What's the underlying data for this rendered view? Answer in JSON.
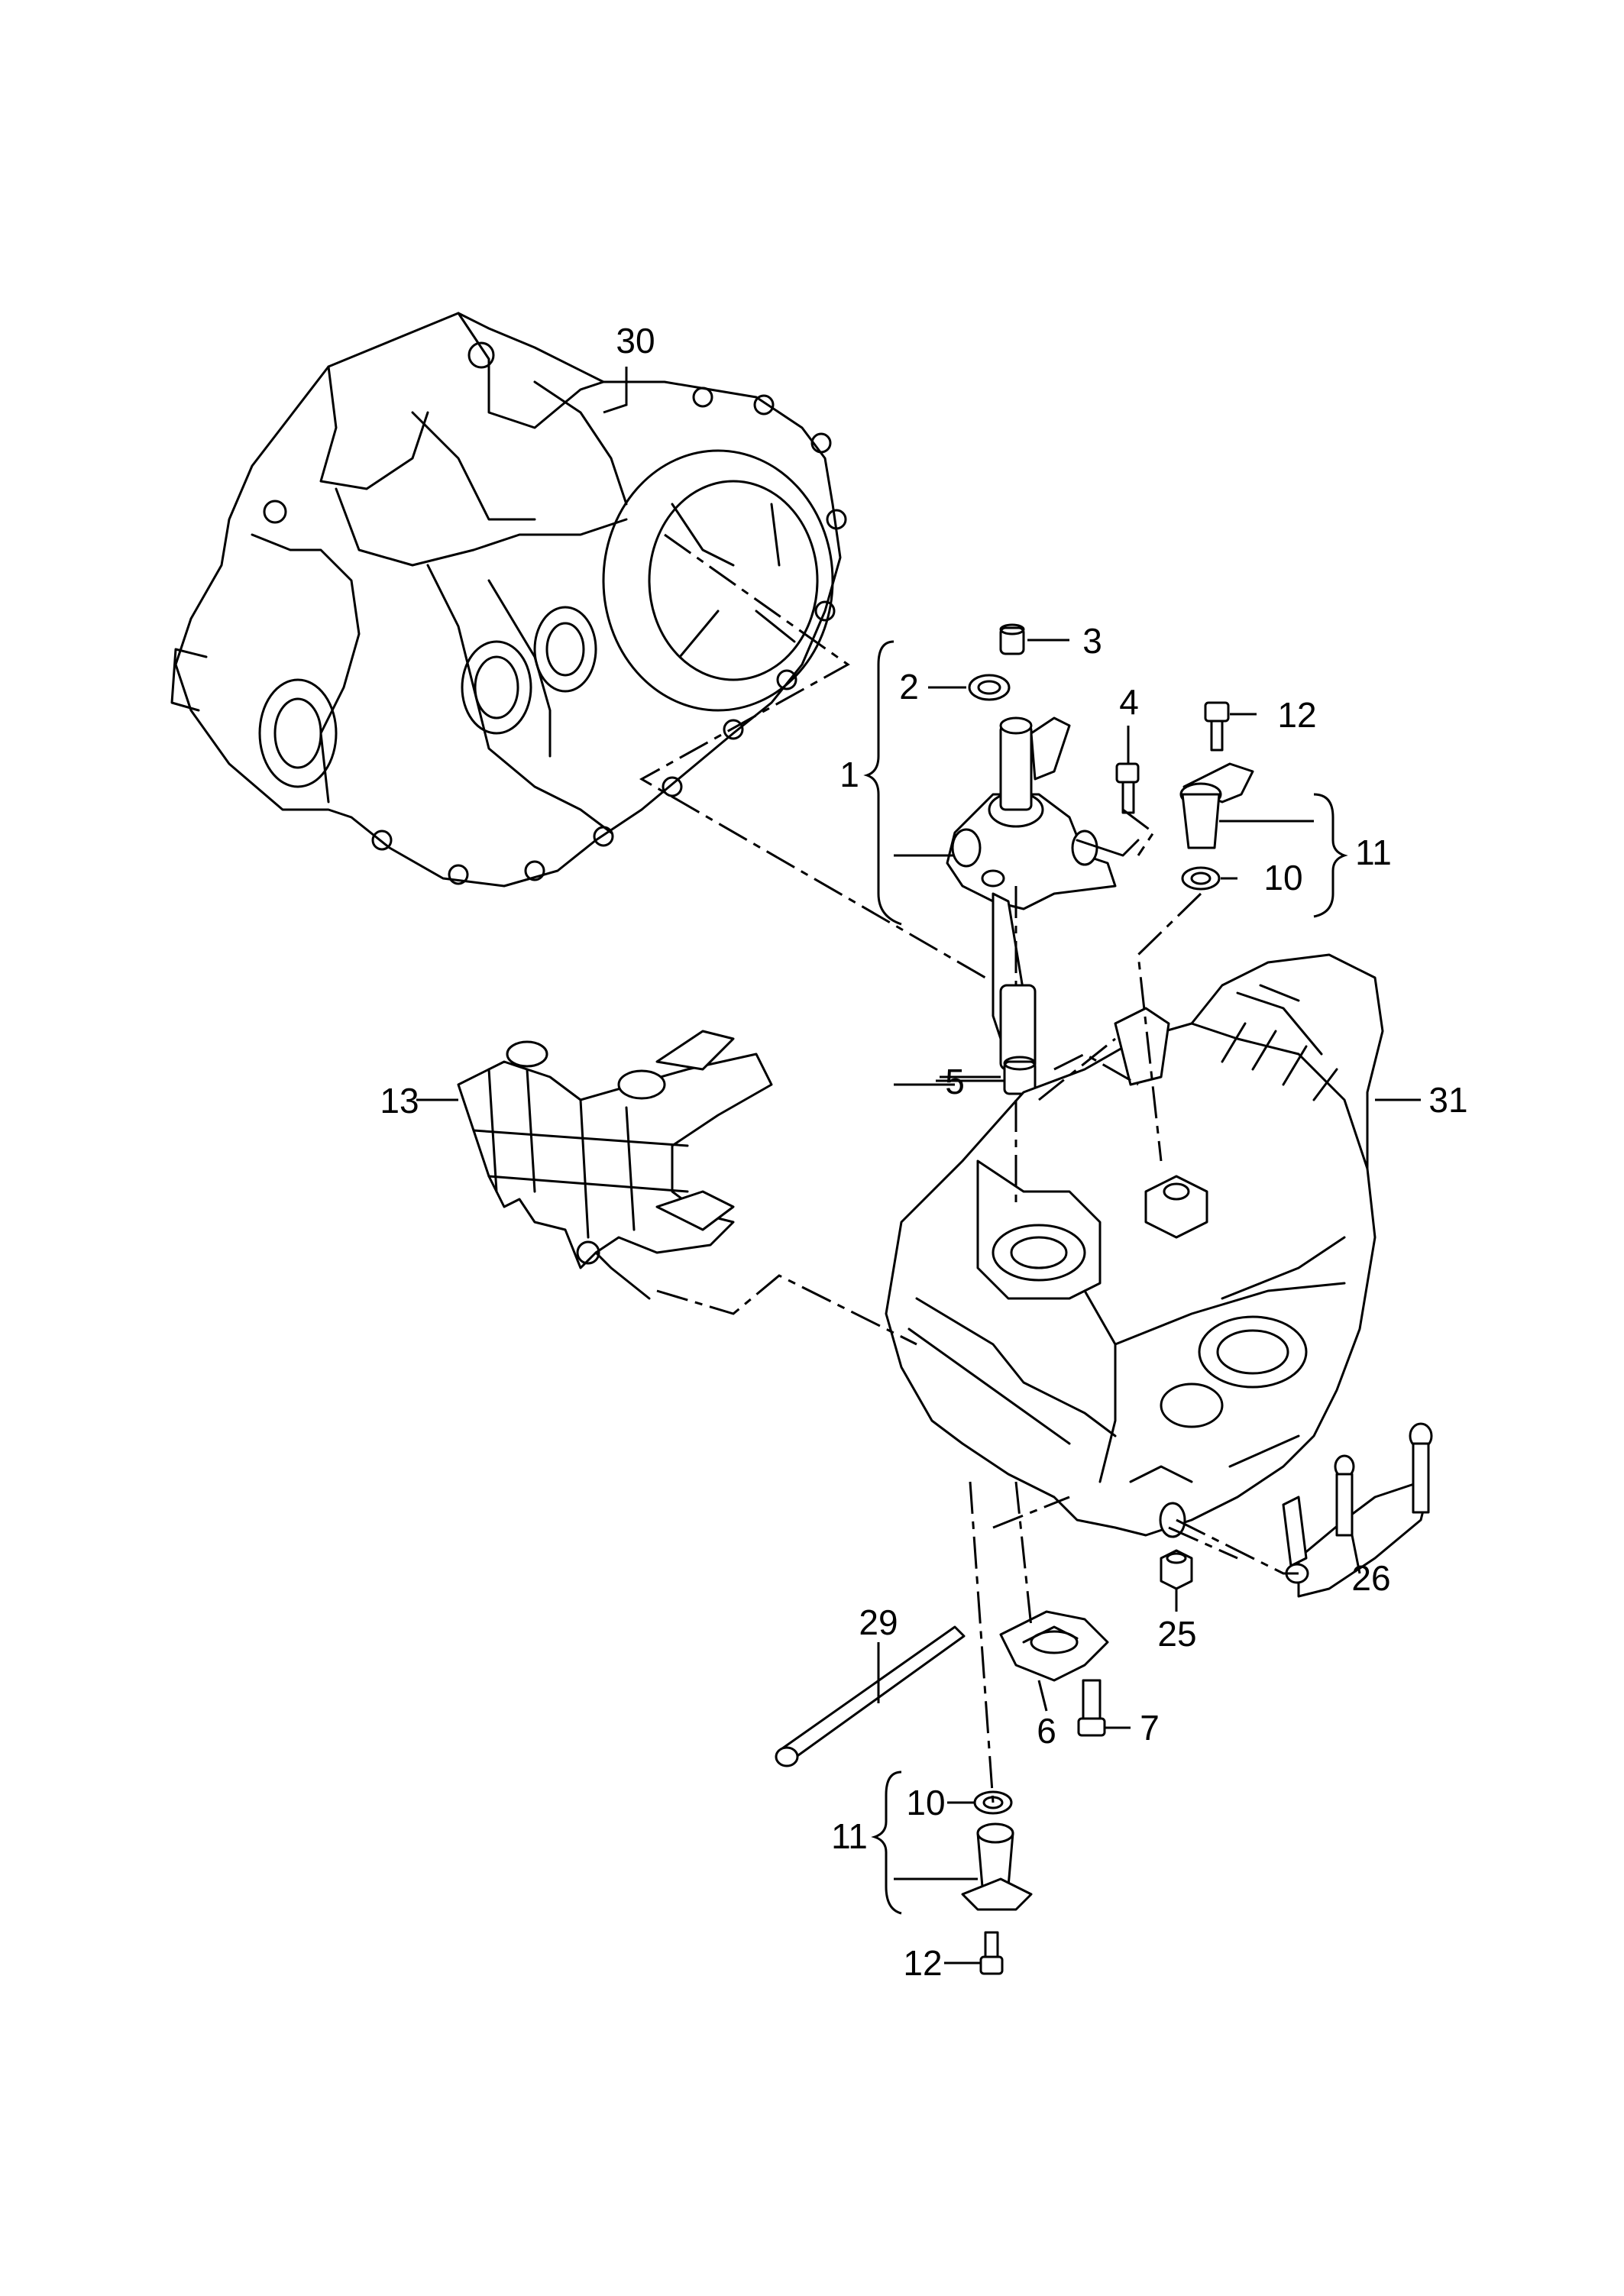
{
  "callouts": {
    "c30": "30",
    "c3": "3",
    "c2": "2",
    "c4": "4",
    "c12a": "12",
    "c1": "1",
    "c11a": "11",
    "c10a": "10",
    "c13": "13",
    "c5": "5",
    "c31": "31",
    "c26": "26",
    "c25": "25",
    "c29": "29",
    "c7": "7",
    "c6": "6",
    "c10b": "10",
    "c11b": "11",
    "c12b": "12"
  }
}
